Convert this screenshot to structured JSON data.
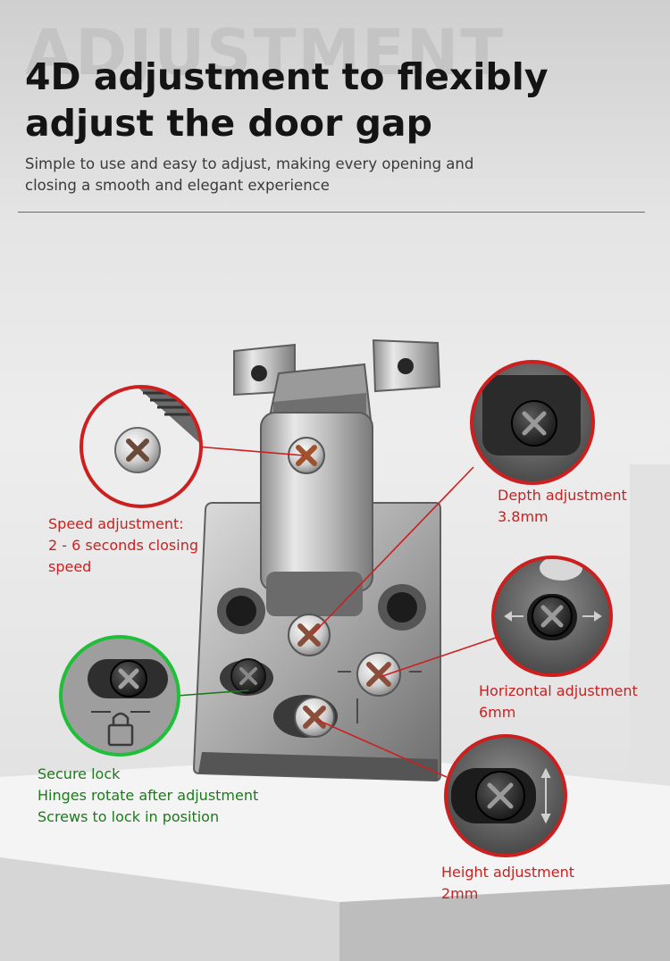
{
  "header": {
    "watermark": "ADJUSTMENT",
    "title": "4D adjustment to flexibly adjust the door gap",
    "subtitle": "Simple to use and easy to adjust, making every opening and closing a smooth and elegant experience"
  },
  "callouts": {
    "speed": {
      "line1": "Speed adjustment:",
      "line2": "2 - 6 seconds closing",
      "line3": "speed"
    },
    "depth": {
      "line1": "Depth adjustment",
      "line2": "3.8mm"
    },
    "horizontal": {
      "line1": "Horizontal adjustment",
      "line2": "6mm"
    },
    "lock": {
      "line1": "Secure lock",
      "line2": "Hinges rotate after adjustment",
      "line3": "Screws to lock in position"
    },
    "height": {
      "line1": "Height adjustment",
      "line2": "2mm"
    }
  },
  "colors": {
    "accent_red": "#cc1f1f",
    "accent_green": "#1c7a1c",
    "title": "#141414"
  },
  "icons": [
    "phillips-screw-icon",
    "padlock-icon",
    "double-arrow-icon"
  ]
}
